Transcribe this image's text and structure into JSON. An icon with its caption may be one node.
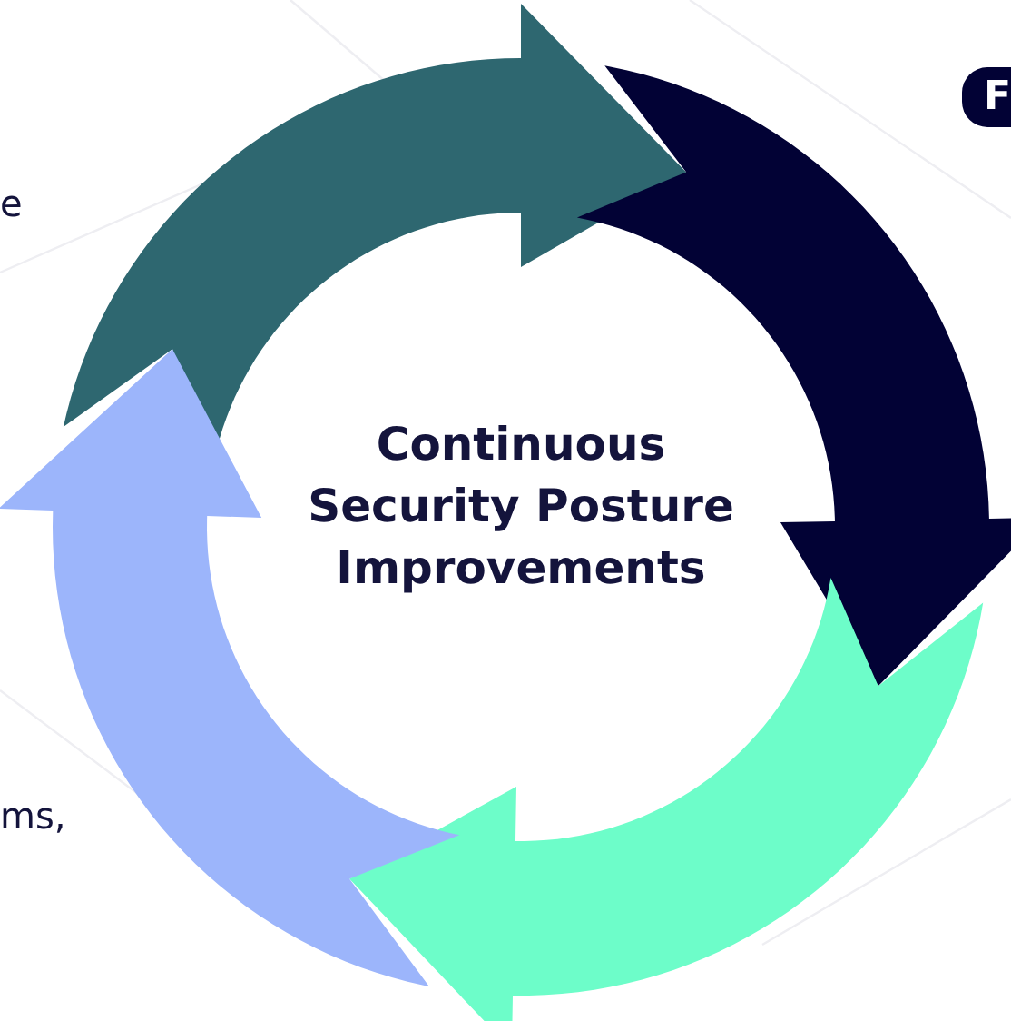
{
  "diagram": {
    "nodes": [
      {
        "text": [
          "F"
        ]
      }
    ],
    "labels": [
      "e",
      "ms,",
      "Continuous Security Posture Improvements"
    ]
  }
}
